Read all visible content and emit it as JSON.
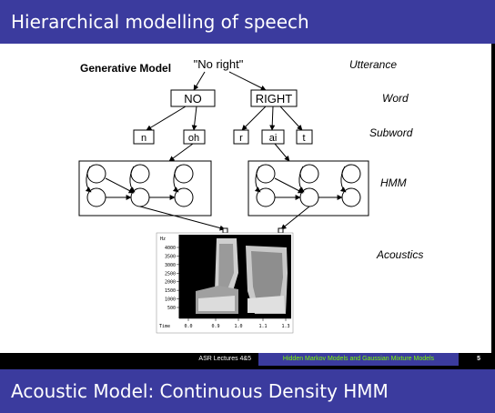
{
  "slide1": {
    "title": "Hierarchical modelling of speech",
    "generative_model": "Generative Model",
    "utterance": "\"No right\"",
    "words": [
      "NO",
      "RIGHT"
    ],
    "subwords": [
      "n",
      "oh",
      "r",
      "ai",
      "t"
    ],
    "levels": {
      "utterance": "Utterance",
      "word": "Word",
      "subword": "Subword",
      "hmm": "HMM",
      "acoustics": "Acoustics"
    },
    "spectrogram": {
      "y_unit": "Hz",
      "y_ticks": [
        "4000",
        "3500",
        "3000",
        "2500",
        "2000",
        "1500",
        "1000",
        "500"
      ],
      "x_unit": "Time",
      "x_ticks": [
        "0.0",
        "0.9",
        "1.0",
        "1.1",
        "1.3"
      ]
    }
  },
  "footer": {
    "left": "ASR Lectures 4&5",
    "middle": "Hidden Markov Models and Gaussian Mixture Models",
    "page": "5"
  },
  "slide2": {
    "title": "Acoustic Model: Continuous Density HMM"
  },
  "colors": {
    "title_bar": "#3b3b9e",
    "footer_mid_text": "#7CFC00"
  }
}
